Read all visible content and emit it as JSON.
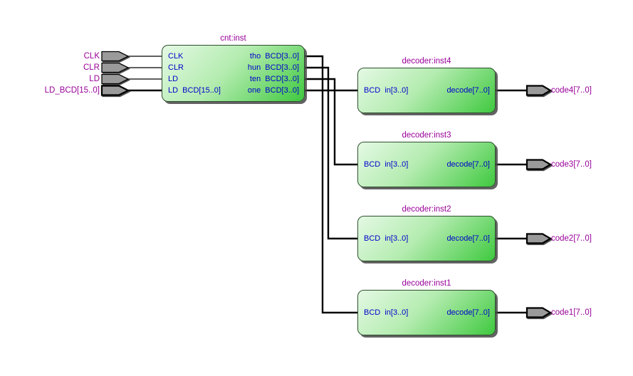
{
  "diagram_type": "rtl-schematic",
  "colors": {
    "block_gradient_light": "#e4f9e4",
    "block_gradient_dark": "#3fc93f",
    "block_border": "#2e4f2e",
    "port_text": "#0000cc",
    "label_text": "#990099",
    "pin_fill": "#9a9a9a",
    "wire": "#000000",
    "background": "#ffffff"
  },
  "input_pins": [
    {
      "label": "CLK",
      "bus": false
    },
    {
      "label": "CLR",
      "bus": false
    },
    {
      "label": "LD",
      "bus": false
    },
    {
      "label": "LD_BCD[15..0]",
      "bus": true
    }
  ],
  "cnt": {
    "title": "cnt:inst",
    "left_ports": [
      "CLK",
      "CLR",
      "LD",
      "LD  BCD[15..0]"
    ],
    "right_ports": [
      "tho  BCD[3..0]",
      "hun  BCD[3..0]",
      "ten  BCD[3..0]",
      "one  BCD[3..0]"
    ]
  },
  "decoders": [
    {
      "title": "decoder:inst4",
      "in_port": "BCD  in[3..0]",
      "out_port": "decode[7..0]",
      "out_label": "code4[7..0]"
    },
    {
      "title": "decoder:inst3",
      "in_port": "BCD  in[3..0]",
      "out_port": "decode[7..0]",
      "out_label": "code3[7..0]"
    },
    {
      "title": "decoder:inst2",
      "in_port": "BCD  in[3..0]",
      "out_port": "decode[7..0]",
      "out_label": "code2[7..0]"
    },
    {
      "title": "decoder:inst1",
      "in_port": "BCD  in[3..0]",
      "out_port": "decode[7..0]",
      "out_label": "code1[7..0]"
    }
  ],
  "connections": [
    "cnt.one BCD[3..0] -> decoder:inst4.in[3..0]",
    "cnt.ten BCD[3..0] -> decoder:inst3.in[3..0]",
    "cnt.hun BCD[3..0] -> decoder:inst2.in[3..0]",
    "cnt.tho BCD[3..0] -> decoder:inst1.in[3..0]"
  ]
}
